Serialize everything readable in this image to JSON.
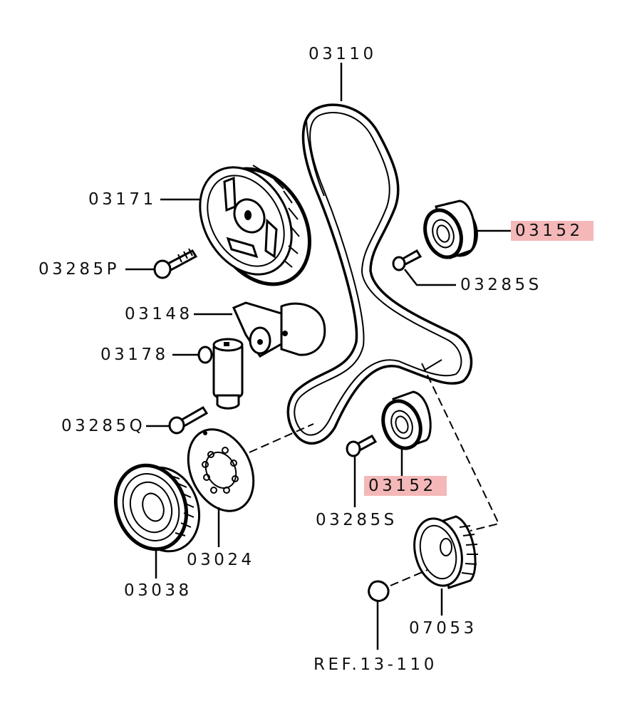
{
  "diagram": {
    "title": "Timing belt assembly parts diagram",
    "highlight_color": "#f4b8b8",
    "labels": [
      {
        "id": "timing-belt",
        "text": "03110",
        "highlighted": false
      },
      {
        "id": "camshaft-sprocket",
        "text": "03171",
        "highlighted": false
      },
      {
        "id": "bolt-p",
        "text": "03285P",
        "highlighted": false
      },
      {
        "id": "idler-pulley-upper",
        "text": "03152",
        "highlighted": true
      },
      {
        "id": "bolt-s-upper",
        "text": "03285S",
        "highlighted": false
      },
      {
        "id": "tensioner-arm",
        "text": "03148",
        "highlighted": false
      },
      {
        "id": "auto-tensioner",
        "text": "03178",
        "highlighted": false
      },
      {
        "id": "bolt-q",
        "text": "03285Q",
        "highlighted": false
      },
      {
        "id": "idler-pulley-lower",
        "text": "03152",
        "highlighted": true
      },
      {
        "id": "bolt-s-lower",
        "text": "03285S",
        "highlighted": false
      },
      {
        "id": "crankshaft-sprocket-plate",
        "text": "03024",
        "highlighted": false
      },
      {
        "id": "crankshaft-pulley",
        "text": "03038",
        "highlighted": false
      },
      {
        "id": "crankshaft-sprocket",
        "text": "07053",
        "highlighted": false
      },
      {
        "id": "reference-key",
        "text": "REF.13-110",
        "highlighted": false
      }
    ]
  }
}
